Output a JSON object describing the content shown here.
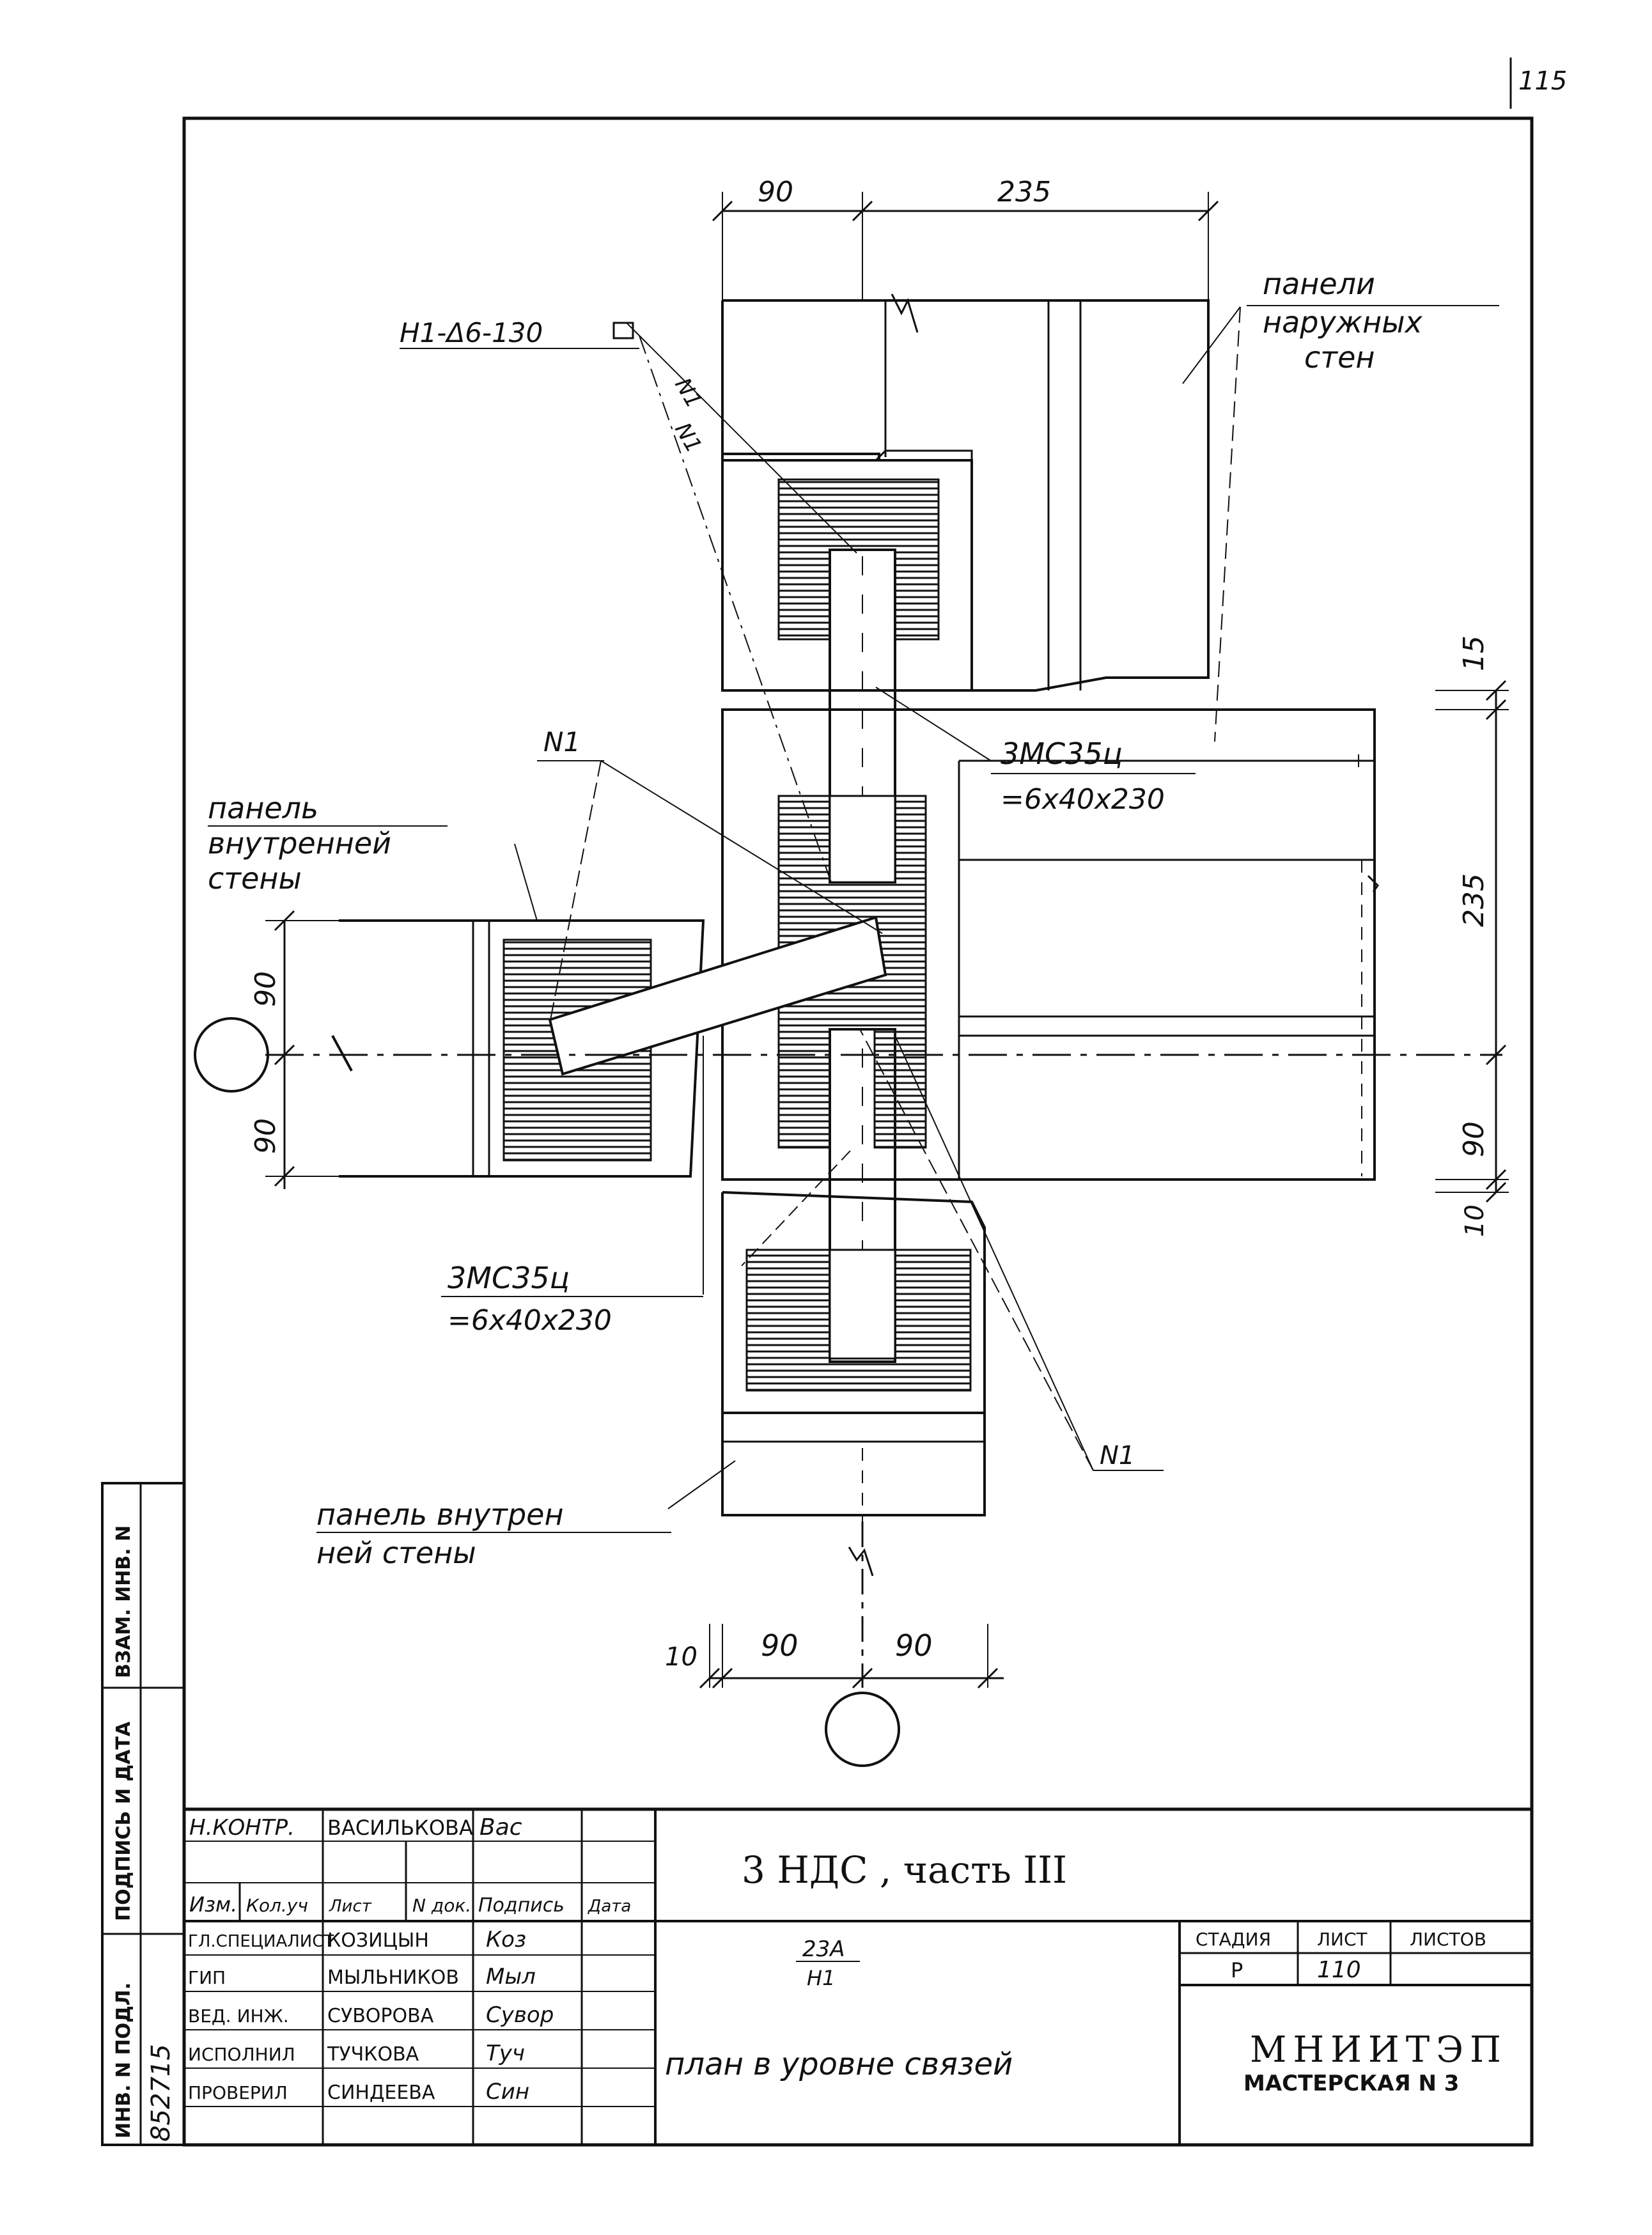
{
  "sheet_number": "115",
  "dimensions": {
    "top_left": "90",
    "top_right": "235",
    "right_top": "15",
    "right_mid": "235",
    "right_low": "90",
    "right_bottom": "10",
    "left_upper": "90",
    "left_lower": "90",
    "bottom_small": "10",
    "bottom_left": "90",
    "bottom_right": "90"
  },
  "labels": {
    "connector_mark": "Н1-Δ6-130",
    "n1_a": "N1",
    "n1_b": "N1",
    "n1_c": "N1",
    "n1_d": "N1",
    "outer_panels_1": "панели",
    "outer_panels_2": "наружных",
    "outer_panels_3": "стен",
    "inner_panel_1": "панель",
    "inner_panel_2": "внутренней",
    "inner_panel_3": "стены",
    "inner_panel_bottom_1": "панель внутрен",
    "inner_panel_bottom_2": "ней стены",
    "steel_right_1": "3МС35ц",
    "steel_right_2": "=6x40x230",
    "steel_left_1": "3МС35ц",
    "steel_left_2": "=6x40x230"
  },
  "side_stamp": {
    "inv_podl": "ИНВ. N ПОДЛ.",
    "podpis_data": "ПОДПИСЬ И ДАТА",
    "vzam_inv": "ВЗАМ. ИНВ. N",
    "inv_handwritten": "852715"
  },
  "title_block": {
    "n_kontr_role": "Н.КОНТР.",
    "n_kontr_name": "ВАСИЛЬКОВА",
    "n_kontr_sign": "Вас",
    "headers": [
      "Изм.",
      "Кол.уч",
      "Лист",
      "N док.",
      "Подпись",
      "Дата"
    ],
    "staff": [
      {
        "role": "ГЛ.СПЕЦИАЛИСТ",
        "name": "КОЗИЦЫН",
        "sign": "Коз"
      },
      {
        "role": "ГИП",
        "name": "МЫЛЬНИКОВ",
        "sign": "Мыл"
      },
      {
        "role": "ВЕД. ИНЖ.",
        "name": "СУВОРОВА",
        "sign": "Сувор"
      },
      {
        "role": "ИСПОЛНИЛ",
        "name": "ТУЧКОВА",
        "sign": "Туч"
      },
      {
        "role": "ПРОВЕРИЛ",
        "name": "СИНДЕЕВА",
        "sign": "Син"
      }
    ],
    "project": "3 НДС , часть III",
    "ref_top": "23А",
    "ref_bottom": "Н1",
    "drawing_title": "план в уровне связей",
    "stage_label": "СТАДИЯ",
    "sheet_label": "ЛИСТ",
    "sheets_label": "ЛИСТОВ",
    "stage_value": "Р",
    "sheet_value": "110",
    "sheets_value": "",
    "org_name": "МНИИТЭП",
    "org_sub": "МАСТЕРСКАЯ N 3"
  }
}
